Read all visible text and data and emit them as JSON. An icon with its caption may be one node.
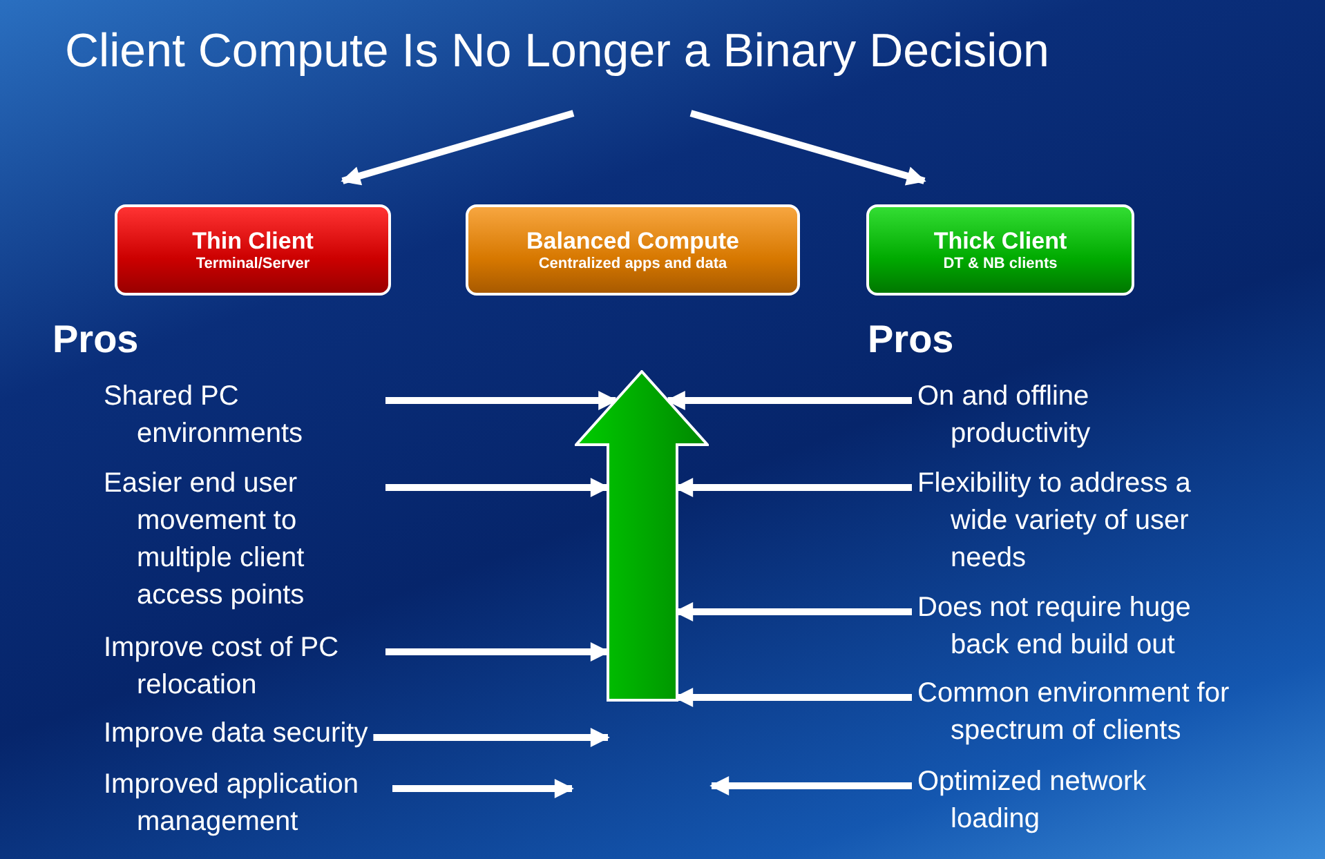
{
  "diagram": {
    "title": "Client Compute Is No Longer a Binary Decision",
    "nodes": [
      {
        "text": [
          "Thin Client",
          "Terminal/Server"
        ]
      },
      {
        "text": [
          "Balanced Compute",
          "Centralized apps and data"
        ]
      },
      {
        "text": [
          "Thick Client",
          "DT & NB clients"
        ]
      },
      {
        "text": [],
        "shape": "arrow"
      },
      {
        "text": [
          "Shared PC environments"
        ]
      },
      {
        "text": [
          "Easier end user movement to multiple client access points"
        ]
      },
      {
        "text": [
          "Improve cost of PC relocation"
        ]
      },
      {
        "text": [
          "Improve data security"
        ]
      },
      {
        "text": [
          "Improved application management"
        ]
      },
      {
        "text": [
          "On and offline productivity"
        ]
      },
      {
        "text": [
          "Flexibility to address a wide variety of user needs"
        ]
      },
      {
        "text": [
          "Does not require huge back end build out"
        ]
      },
      {
        "text": [
          "Common environment for spectrum of clients"
        ]
      },
      {
        "text": [
          "Optimized network loading"
        ]
      }
    ],
    "edges": [
      {
        "from": null,
        "to": 0,
        "arrow": "to"
      },
      {
        "from": null,
        "to": 2,
        "arrow": "to"
      },
      {
        "from": 4,
        "to": 3,
        "arrow": "to"
      },
      {
        "from": 5,
        "to": 3,
        "arrow": "to"
      },
      {
        "from": 6,
        "to": 3,
        "arrow": "to"
      },
      {
        "from": 7,
        "to": 3,
        "arrow": "to"
      },
      {
        "from": 8,
        "to": null,
        "arrow": "to"
      },
      {
        "from": 9,
        "to": 3,
        "arrow": "to"
      },
      {
        "from": 10,
        "to": 3,
        "arrow": "to"
      },
      {
        "from": 11,
        "to": 3,
        "arrow": "to"
      },
      {
        "from": 12,
        "to": 3,
        "arrow": "to"
      },
      {
        "from": 13,
        "to": null,
        "arrow": "to"
      }
    ],
    "labels": [
      "Pros",
      "Pros"
    ]
  }
}
